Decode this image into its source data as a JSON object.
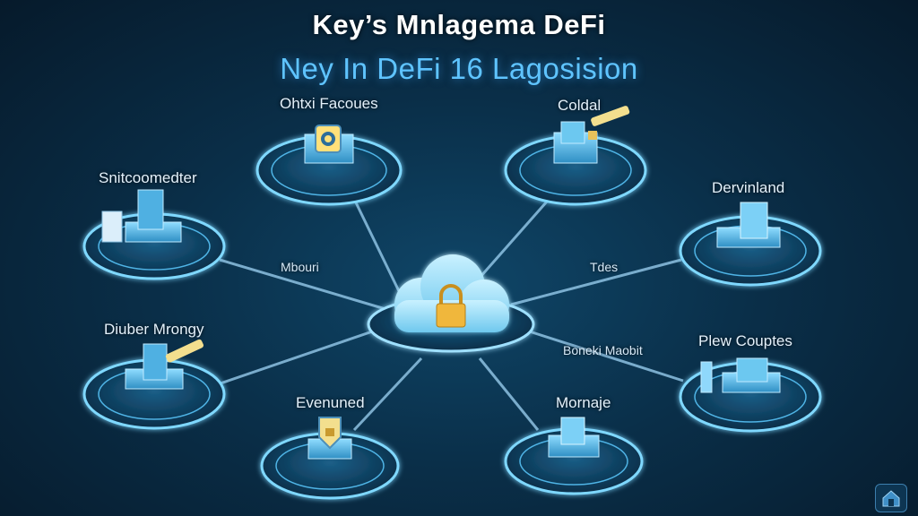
{
  "title": "Key’s Mnlagema DeFi",
  "subtitle": "Ney In DeFi 16 Lagosision",
  "center": {
    "name": "cloud-lock-hub",
    "icon": "padlock-icon"
  },
  "nodes": [
    {
      "id": "top-left",
      "label": "Ohtxi Facoues",
      "icon": "vault-icon"
    },
    {
      "id": "top-right",
      "label": "Coldal",
      "icon": "key-icon"
    },
    {
      "id": "left-upper",
      "label": "Snitcoomedter",
      "icon": "server-icon"
    },
    {
      "id": "right-upper",
      "label": "Dervinland",
      "icon": "server-icon"
    },
    {
      "id": "left-lower",
      "label": "Diuber Mrongy",
      "icon": "key-icon"
    },
    {
      "id": "right-lower",
      "label": "Plew Couptes",
      "icon": "server-icon"
    },
    {
      "id": "bottom-left",
      "label": "Evenuned",
      "icon": "shield-lock-icon"
    },
    {
      "id": "bottom-right",
      "label": "Mornaje",
      "icon": "server-icon"
    }
  ],
  "edge_labels": [
    {
      "id": "left",
      "label": "Mbouri"
    },
    {
      "id": "right",
      "label": "Tdes"
    },
    {
      "id": "right-lower",
      "label": "Boneki Maobit"
    }
  ],
  "colors": {
    "accent": "#5fc4ff",
    "glow": "#7fd8ff",
    "lock": "#f0b73c"
  }
}
